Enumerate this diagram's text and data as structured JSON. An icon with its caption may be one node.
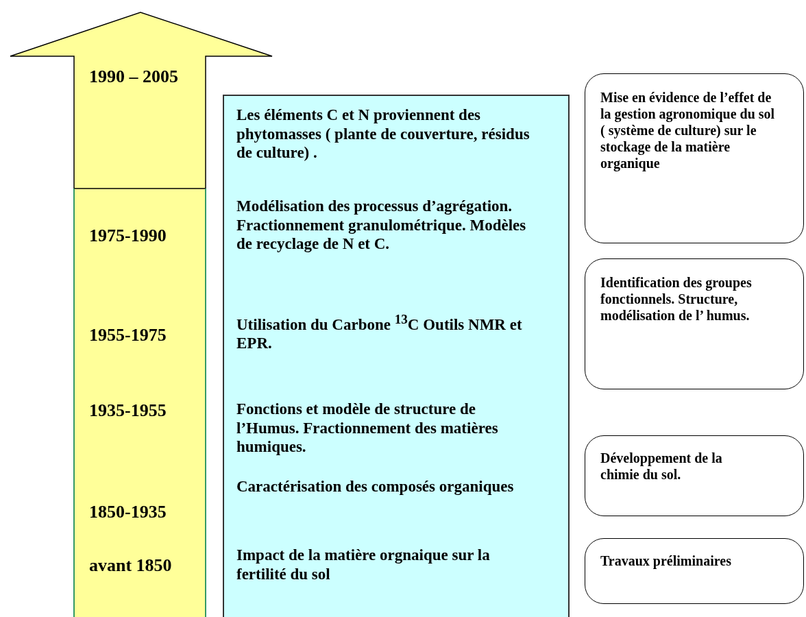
{
  "diagram": {
    "nodes": [
      {
        "text": [
          "1990 – 2005",
          "1975-1990",
          "1955-1975",
          "1935-1955",
          "1850-1935",
          "avant 1850"
        ]
      },
      {
        "text": [
          "Les éléments C et N proviennent des phytomasses ( plante de couverture, résidus de culture) .",
          "Modélisation des processus d’agrégation. Fractionnement granulométrique. Modèles de recyclage de N et C.",
          "Utilisation du Carbone $^{13}$C Outils NMR et EPR.",
          "Fonctions et modèle de structure de l’Humus. Fractionnement des matières humiques.",
          "Caractérisation des composés organiques",
          "Impact de la matière orgnaique sur la fertilité du sol"
        ]
      },
      {
        "text": [
          "Mise en évidence de l’effet de la gestion agronomique du sol ( système de culture) sur le stockage de la matière organique"
        ]
      },
      {
        "text": [
          "Identification des groupes fonctionnels. Structure, modélisation de l’ humus."
        ]
      },
      {
        "text": [
          "Développement de la chimie du sol."
        ]
      },
      {
        "text": [
          "Travaux préliminaires"
        ]
      }
    ],
    "edges": []
  }
}
